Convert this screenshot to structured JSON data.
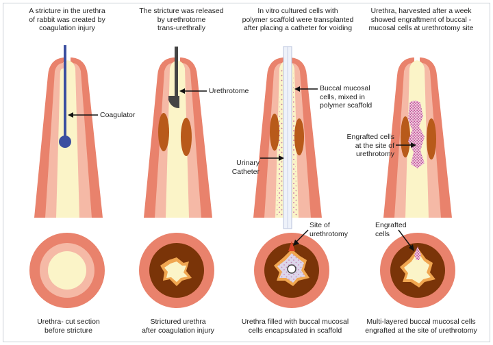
{
  "panels": [
    {
      "top_caption": [
        "A stricture in the urethra",
        "of rabbit was created by",
        "coagulation injury"
      ],
      "bottom_caption": [
        "Urethra- cut section",
        "before stricture"
      ]
    },
    {
      "top_caption": [
        "The stricture was released",
        "by urethrotome",
        "trans-urethrally"
      ],
      "bottom_caption": [
        "Strictured urethra",
        "after coagulation injury"
      ]
    },
    {
      "top_caption": [
        "In vitro cultured cells with",
        "polymer scaffold were transplanted",
        "after placing a catheter for voiding"
      ],
      "bottom_caption": [
        "Urethra filled with buccal mucosal",
        "cells encapsulated in scaffold"
      ]
    },
    {
      "top_caption": [
        "Urethra, harvested after a week",
        "showed engraftment of buccal -",
        "mucosal cells at urethrotomy site"
      ],
      "bottom_caption": [
        "Multi-layered buccal mucosal cells",
        "engrafted at the site of urethrotomy"
      ]
    }
  ],
  "labels": {
    "coagulator": "Coagulator",
    "urethrotome": "Urethrotome",
    "buccal": [
      "Buccal mucosal",
      "cells, mixed in",
      "polymer scaffold"
    ],
    "catheter": [
      "Urinary",
      "Catheter"
    ],
    "engrafted_site": [
      "Engrafted cells",
      "at the site of",
      "urethrotomy"
    ],
    "site_of_urethrotomy": [
      "Site of",
      "urethrotomy"
    ],
    "engrafted_cells": [
      "Engrafted",
      "cells"
    ]
  },
  "colors": {
    "outer_tissue": "#e9826c",
    "mid_tissue": "#f5b9a6",
    "lumen": "#fbf4c8",
    "scar": "#b85a1a",
    "scar_dark": "#7a3408",
    "tool": "#3b4fa0",
    "cells": "#c86aa8"
  }
}
